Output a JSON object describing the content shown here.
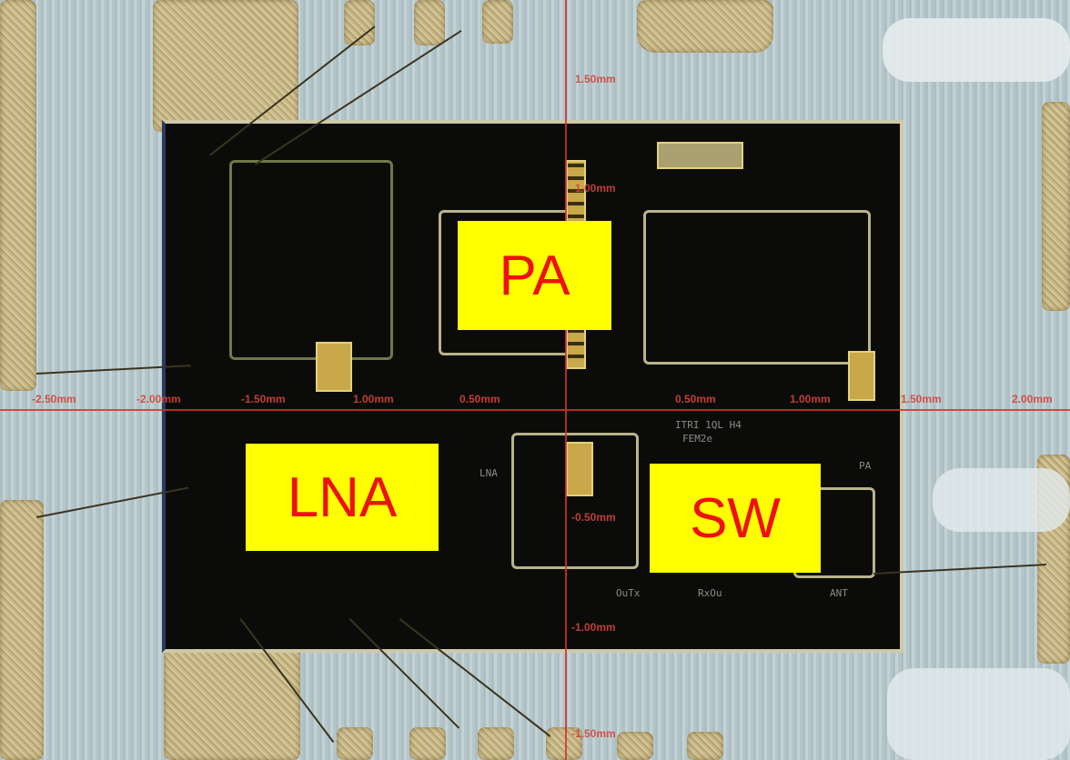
{
  "labels": {
    "pa": "PA",
    "lna": "LNA",
    "sw": "SW"
  },
  "ruler_horizontal": [
    "-2.50mm",
    "-2.00mm",
    "-1.50mm",
    "1.00mm",
    "0.50mm",
    "0.50mm",
    "1.00mm",
    "1.50mm",
    "2.00mm"
  ],
  "ruler_vertical": [
    "1.50mm",
    "1.00mm",
    "-0.50mm",
    "-1.00mm",
    "-1.50mm"
  ],
  "chip_text": {
    "id": "ITRI 1QL H4",
    "name": "FEM2e",
    "lna": "LNA",
    "pa": "PA",
    "tx": "OuTx",
    "rx": "RxOu",
    "ant": "ANT"
  },
  "colors": {
    "label_bg": "#ffff00",
    "label_text": "#ee1111",
    "ruler": "#d2332f"
  }
}
